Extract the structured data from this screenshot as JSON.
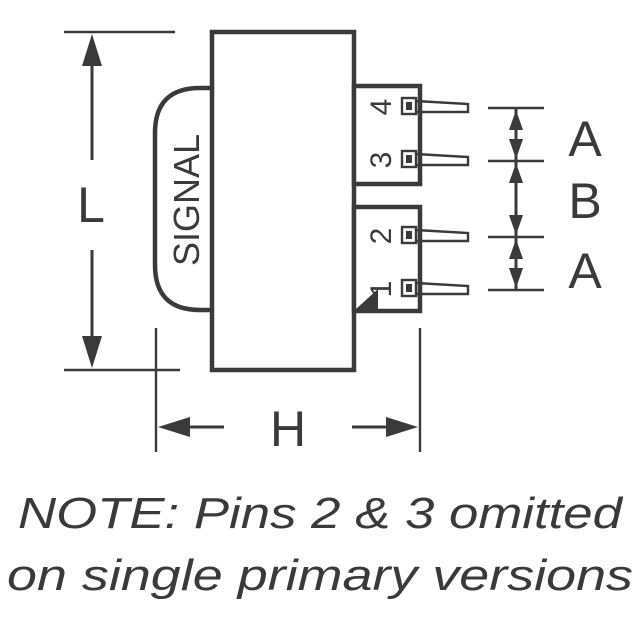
{
  "dimensions": {
    "length": "L",
    "height": "H",
    "pin_spacing_top": "A",
    "pin_spacing_middle": "B",
    "pin_spacing_bottom": "A"
  },
  "winding_label": "SIGNAL",
  "pins": [
    "4",
    "3",
    "2",
    "1"
  ],
  "note": {
    "line1": "NOTE: Pins 2 & 3 omitted",
    "line2": "on single primary versions"
  },
  "colors": {
    "ink": "#3a3a3a",
    "background": "#ffffff"
  }
}
